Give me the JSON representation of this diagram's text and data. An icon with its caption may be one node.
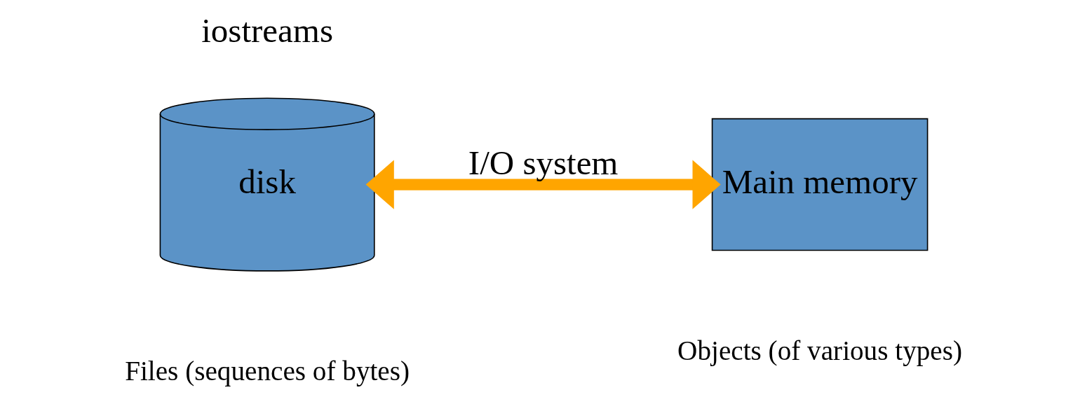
{
  "diagram": {
    "nodes": [
      {
        "text": [
          "disk"
        ],
        "beside": [
          "Files (sequences of bytes)"
        ]
      },
      {
        "text": [
          "Main memory"
        ],
        "beside": [
          "Objects (of various types)"
        ]
      }
    ],
    "edges": [
      {
        "from": 0,
        "to": 1,
        "arrow": "both",
        "label": "I/O system"
      }
    ],
    "labels": [
      "iostreams"
    ]
  }
}
